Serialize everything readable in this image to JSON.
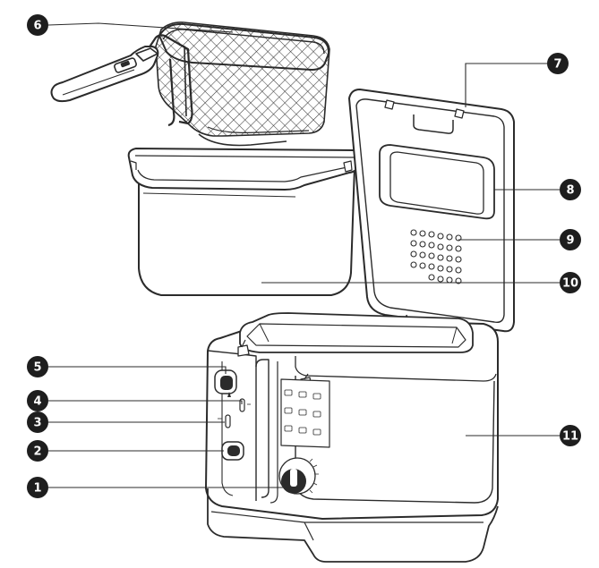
{
  "diagram": {
    "colors": {
      "line": "#2b2b2b",
      "callout_fill": "#1e1e1e",
      "callout_text": "#ffffff",
      "mesh": "#3a3a3a",
      "background": "#ffffff"
    },
    "callouts": [
      {
        "label": "1",
        "part": "temperature-control-knob"
      },
      {
        "label": "2",
        "part": "timer-button"
      },
      {
        "label": "3",
        "part": "power-indicator-light"
      },
      {
        "label": "4",
        "part": "ready-indicator-light"
      },
      {
        "label": "5",
        "part": "lid-release-button"
      },
      {
        "label": "6",
        "part": "frying-basket"
      },
      {
        "label": "7",
        "part": "lid"
      },
      {
        "label": "8",
        "part": "viewing-window"
      },
      {
        "label": "9",
        "part": "filter-vents"
      },
      {
        "label": "10",
        "part": "removable-oil-container"
      },
      {
        "label": "11",
        "part": "housing"
      }
    ]
  }
}
